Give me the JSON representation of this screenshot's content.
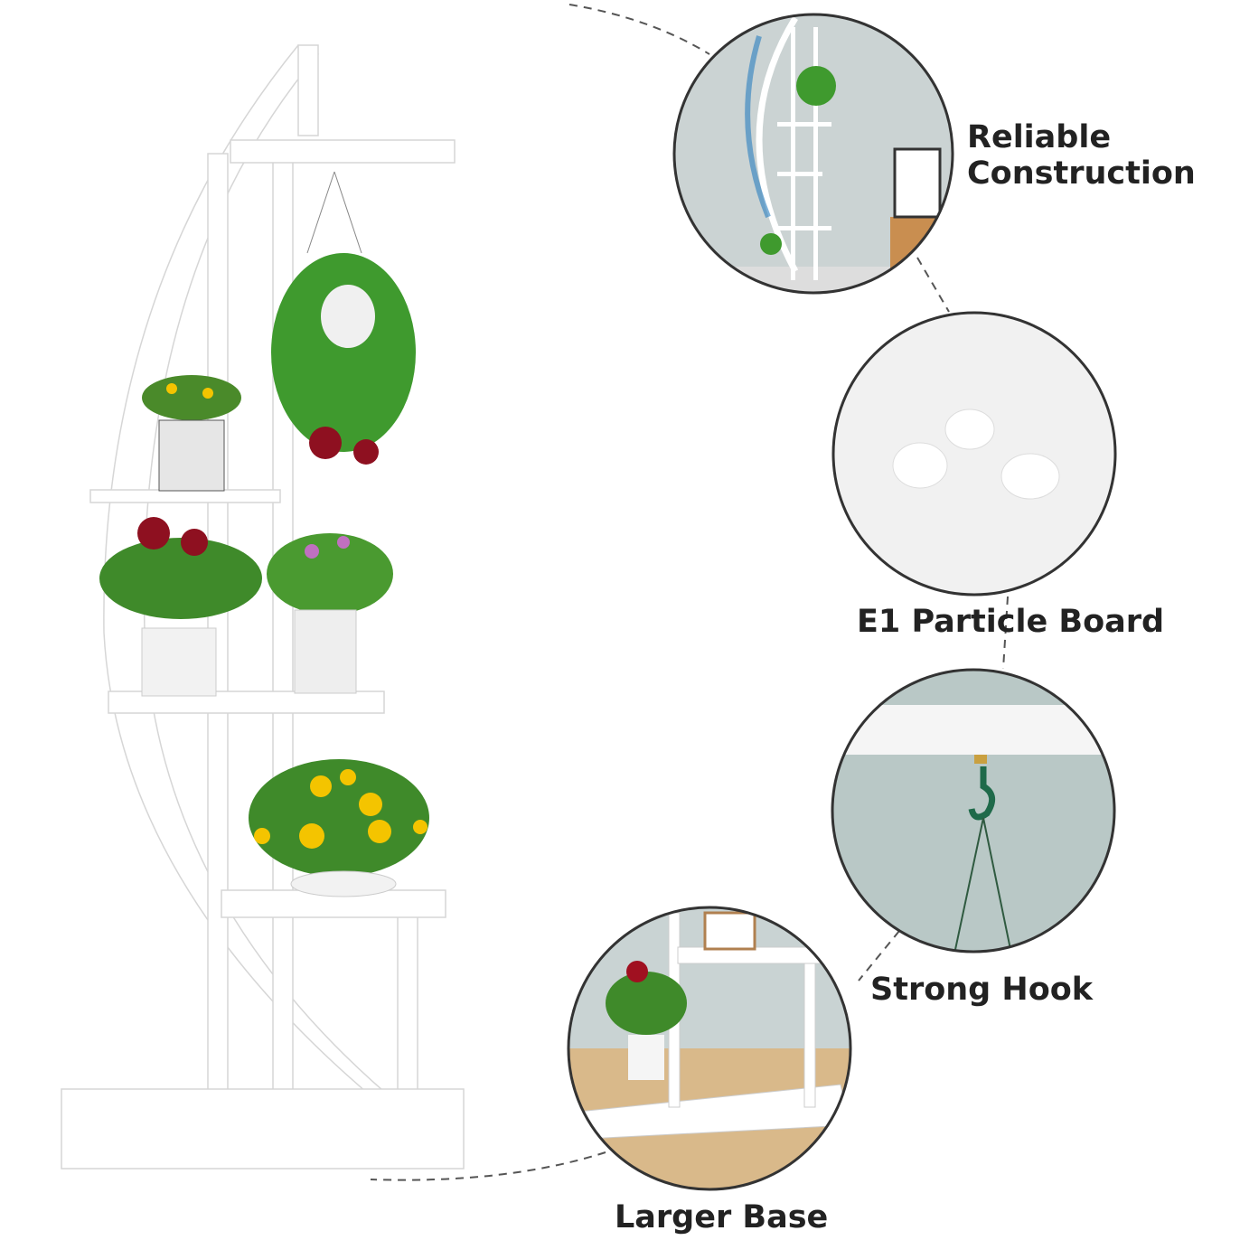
{
  "features": [
    {
      "line1": "Reliable",
      "line2": "Construction"
    },
    {
      "label": "E1 Particle Board"
    },
    {
      "label": "Strong Hook"
    },
    {
      "label": "Larger Base"
    }
  ],
  "colors": {
    "text": "#222222",
    "frame": "#ffffff",
    "frame_edge": "#d8d8d8",
    "wall": "#c9d2d2",
    "leaf": "#3f9a2e",
    "flower_yellow": "#f4c400",
    "flower_red": "#8e1020"
  }
}
